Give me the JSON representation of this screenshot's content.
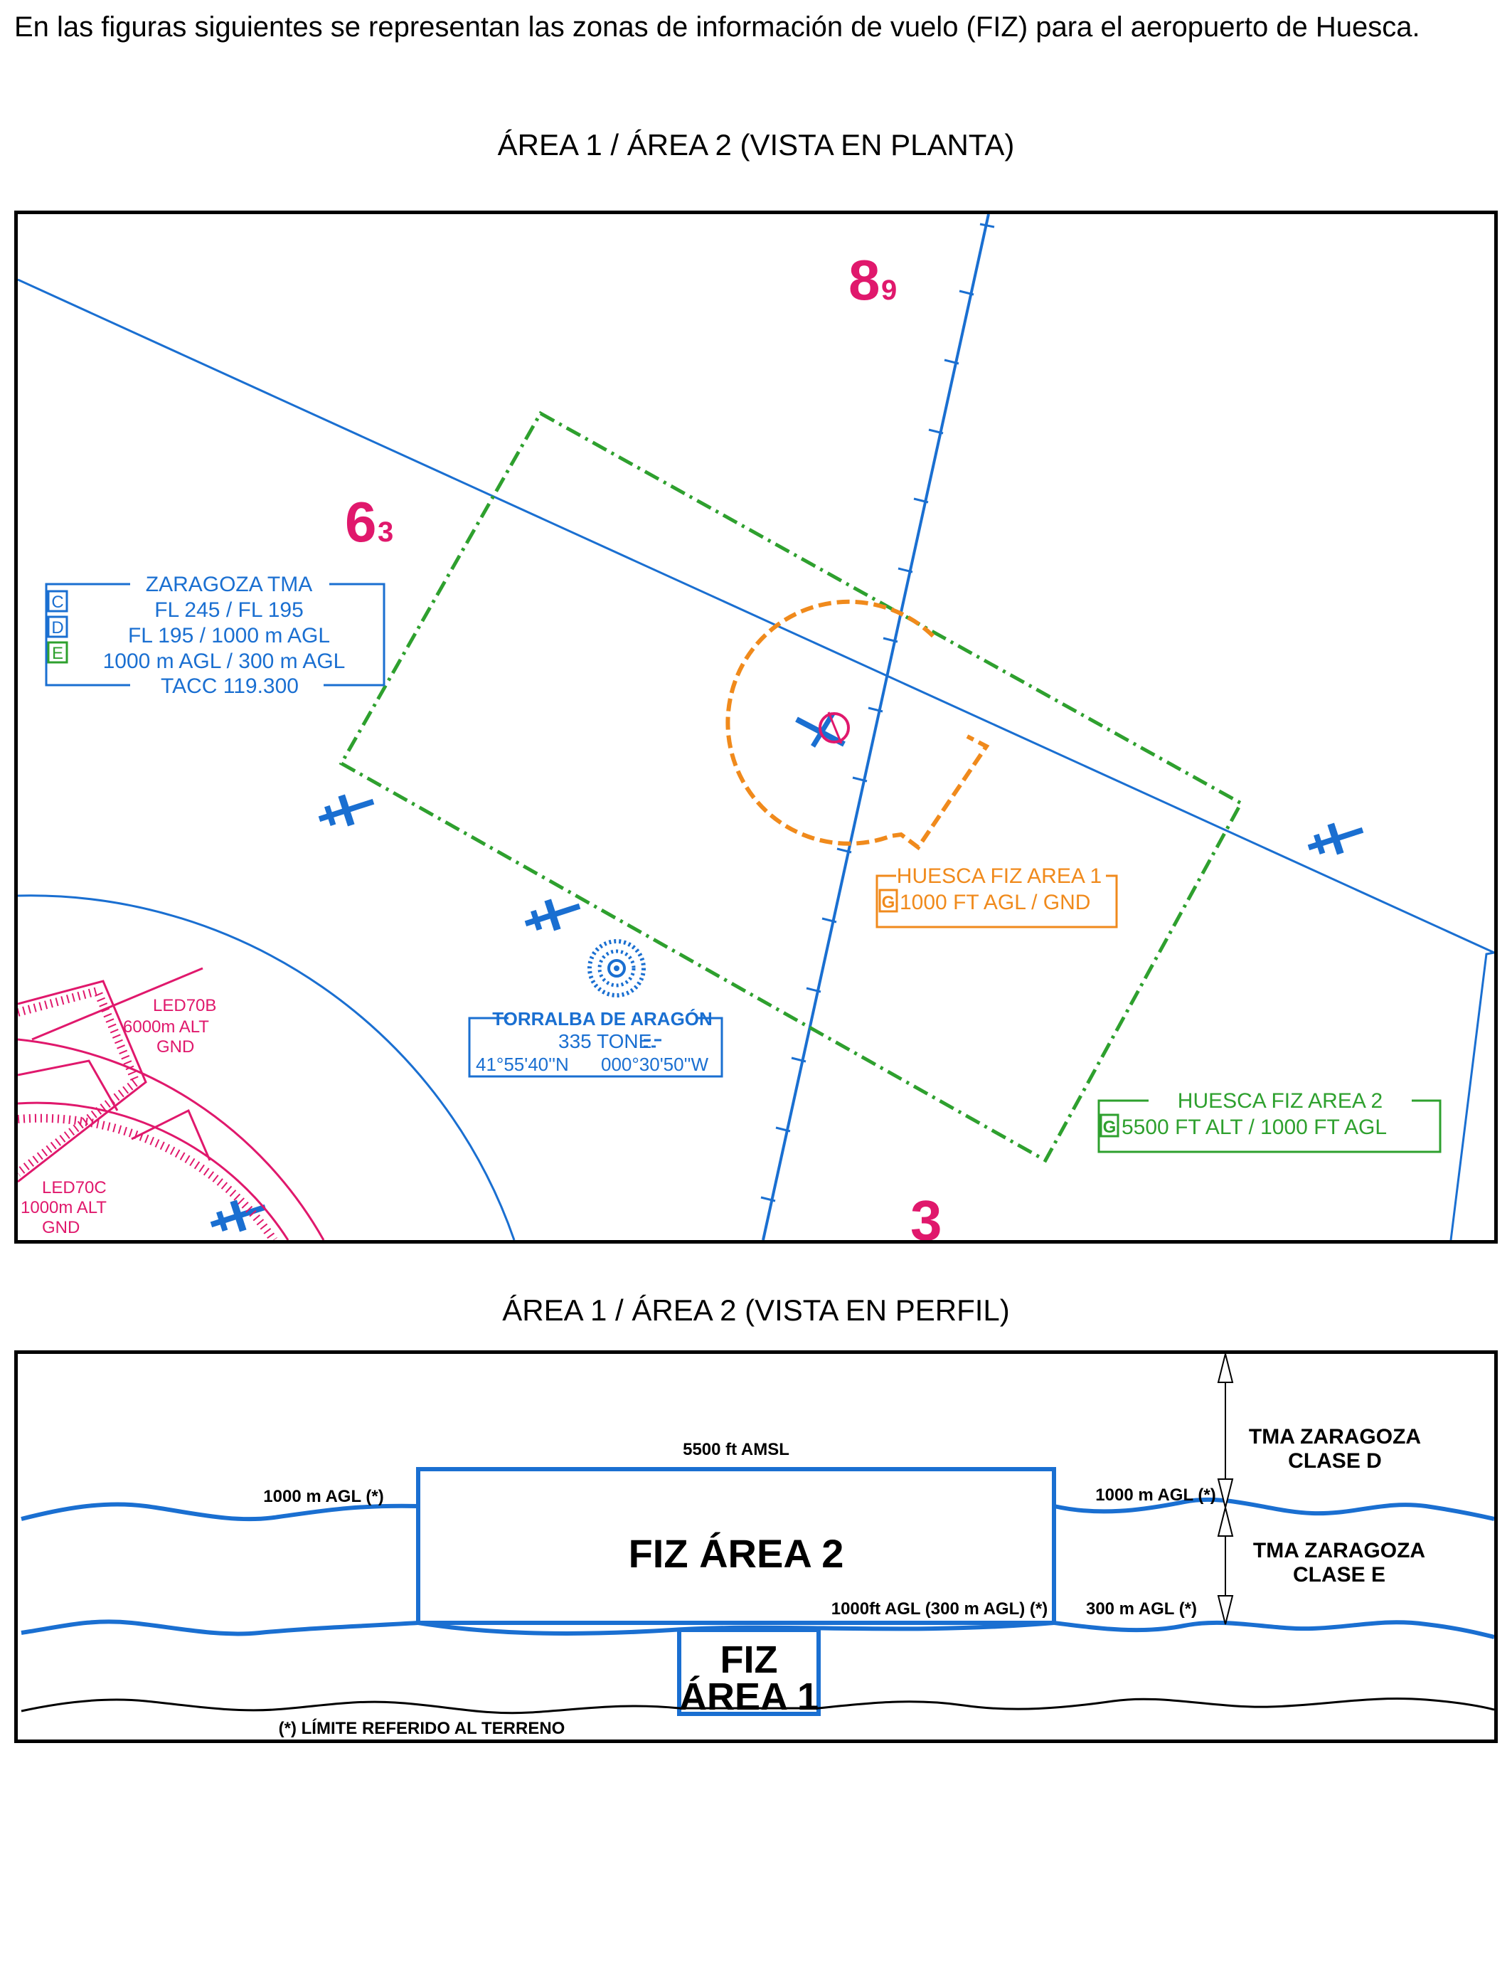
{
  "intro_text": "En las figuras siguientes se representan las zonas de información de vuelo (FIZ) para el aeropuerto de Huesca.",
  "plan_title": "ÁREA 1 / ÁREA 2 (VISTA EN PLANTA)",
  "profile_title": "ÁREA 1 / ÁREA 2 (VISTA EN PERFIL)",
  "map": {
    "sector_label_a": "8",
    "sector_sub_a": "9",
    "sector_label_b": "6",
    "sector_sub_b": "3",
    "sector_label_c": "3",
    "tma_box": {
      "title": "ZARAGOZA TMA",
      "class_c": "C",
      "class_d": "D",
      "class_e": "E",
      "line_c": "FL 245 / FL 195",
      "line_d": "FL 195 / 1000 m AGL",
      "line_e": "1000 m AGL / 300 m AGL",
      "freq": "TACC 119.300"
    },
    "fiz1_box": {
      "title": "HUESCA FIZ AREA 1",
      "class": "G",
      "limits": "1000 FT AGL / GND"
    },
    "fiz2_box": {
      "title": "HUESCA FIZ AREA 2",
      "class": "G",
      "limits": "5500 FT ALT / 1000 FT AGL"
    },
    "navaid": {
      "name": "TORRALBA DE ARAGÓN",
      "freq": "335 TONE",
      "coords_lat": "41°55'40''N",
      "coords_lon": "000°30'50''W"
    },
    "led70b": {
      "name": "LED70B",
      "upper": "6000m ALT",
      "lower": "GND"
    },
    "led70c": {
      "name": "LED70C",
      "upper": "1000m ALT",
      "lower": "GND"
    },
    "colors": {
      "blue": "#1a6fd1",
      "magenta": "#e0186c",
      "green": "#2ea02e",
      "orange": "#f08a1c"
    }
  },
  "profile": {
    "top_left_label": "1000 m AGL (*)",
    "amsl_label": "5500 ft AMSL",
    "fiz2_label": "FIZ ÁREA 2",
    "fiz1_line1": "FIZ",
    "fiz1_line2": "ÁREA 1",
    "agl_right_top": "1000 m AGL (*)",
    "agl_mid": "1000ft AGL (300 m AGL) (*)",
    "agl_right_bottom": "300 m AGL (*)",
    "tma_d_line1": "TMA ZARAGOZA",
    "tma_d_line2": "CLASE D",
    "tma_e_line1": "TMA ZARAGOZA",
    "tma_e_line2": "CLASE E",
    "footnote": "(*) LÍMITE REFERIDO AL TERRENO"
  }
}
